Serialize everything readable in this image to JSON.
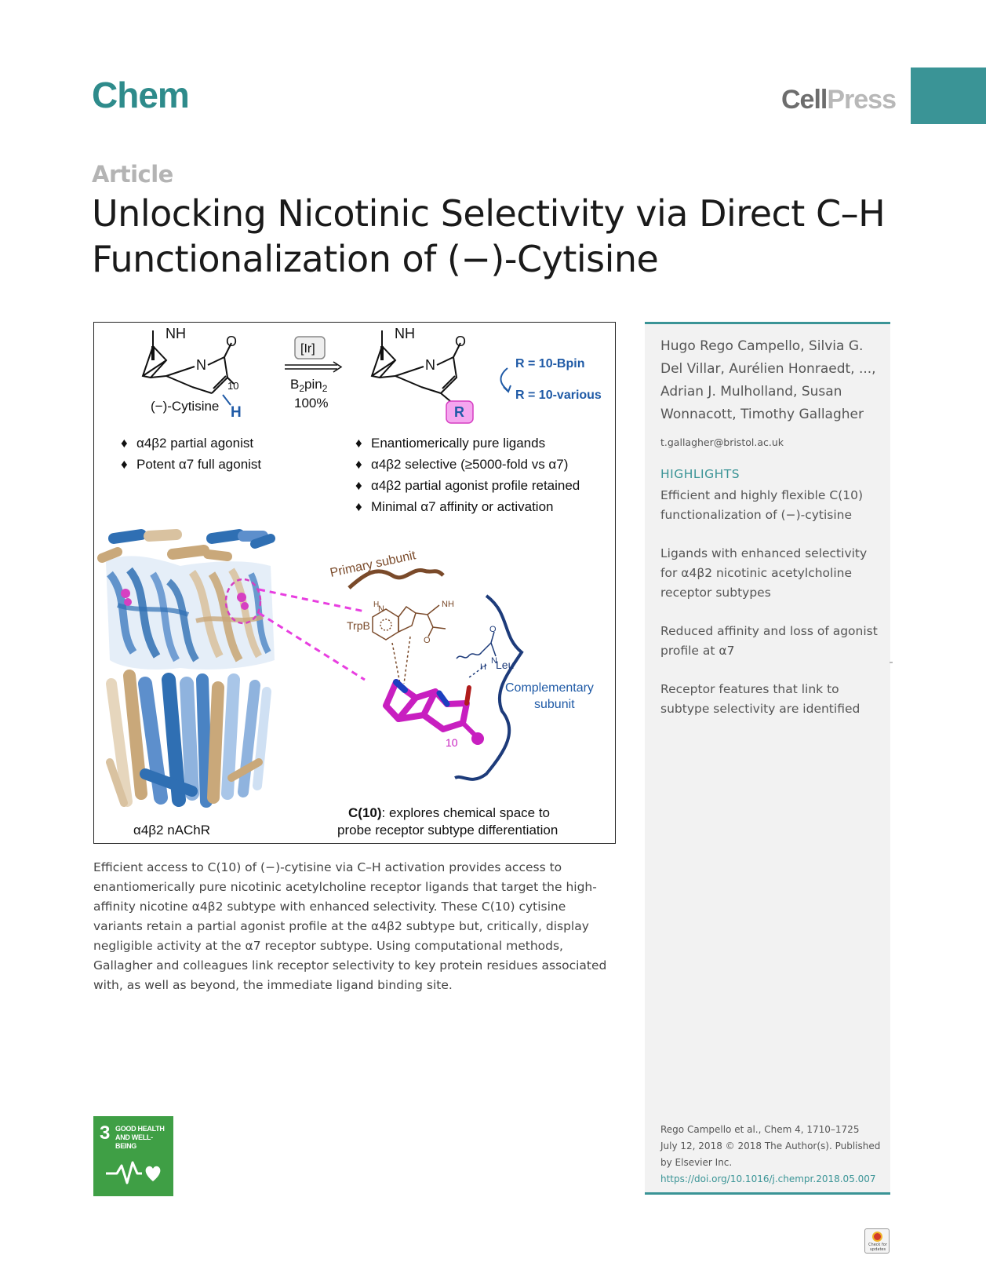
{
  "header": {
    "journal": "Chem",
    "publisher_cell": "Cell",
    "publisher_press": "Press"
  },
  "article": {
    "type": "Article",
    "title_line1": "Unlocking Nicotinic Selectivity via Direct C–H",
    "title_line2": "Functionalization of (−)-Cytisine"
  },
  "graphical_abstract": {
    "scheme": {
      "start_nh": "NH",
      "start_n": "N",
      "start_o": "O",
      "start_pos": "10",
      "start_h": "H",
      "start_name": "(−)-Cytisine",
      "catalyst": "[Ir]",
      "reagent": "B2pin2",
      "yield": "100%",
      "product_nh": "NH",
      "product_n": "N",
      "product_o": "O",
      "product_r": "R",
      "r_bpin": "R = 10-Bpin",
      "r_various": "R = 10-various"
    },
    "left_bullets": [
      "α4β2 partial agonist",
      "Potent α7 full agonist"
    ],
    "right_bullets": [
      "Enantiomerically pure ligands",
      "α4β2 selective (≥5000-fold vs α7)",
      "α4β2 partial agonist profile retained",
      "Minimal α7 affinity or activation"
    ],
    "labels": {
      "primary_subunit": "Primary subunit",
      "trpb": "TrpB",
      "h": "H",
      "n": "N",
      "nh": "NH",
      "o": "O",
      "leu": "Leu",
      "h_leu": "H",
      "n_leu": "N",
      "o_leu": "O",
      "complementary_1": "Complementary",
      "complementary_2": "subunit",
      "ten": "10",
      "receptor": "α4β2 nAChR",
      "c10_bold": "C(10)",
      "c10_rest": ": explores chemical space to",
      "c10_line2": "probe receptor subtype differentiation"
    },
    "colors": {
      "blue": "#1f5aa6",
      "magenta": "#d63fc2",
      "brown": "#7a4a2a",
      "navy": "#1d3b7a"
    }
  },
  "summary": "Efficient access to C(10) of (−)-cytisine via C–H activation provides access to enantiomerically pure nicotinic acetylcholine receptor ligands that target the high-affinity nicotine α4β2 subtype with enhanced selectivity. These C(10) cytisine variants retain a partial agonist profile at the α4β2 subtype but, critically, display negligible activity at the α7 receptor subtype. Using computational methods, Gallagher and colleagues link receptor selectivity to key protein residues associated with, as well as beyond, the immediate ligand binding site.",
  "sidebar": {
    "authors": "Hugo Rego Campello, Silvia G. Del Villar, Aurélien Honraedt, ..., Adrian J. Mulholland, Susan Wonnacott, Timothy Gallagher",
    "email": "t.gallagher@bristol.ac.uk",
    "highlights_heading": "HIGHLIGHTS",
    "highlights": [
      "Efficient and highly flexible C(10) functionalization of (−)-cytisine",
      "Ligands with enhanced selectivity for α4β2 nicotinic acetylcholine receptor subtypes",
      "Reduced affinity and loss of agonist profile at α7",
      "Receptor features that link to subtype selectivity are identified"
    ],
    "citation_line1": "Rego Campello et al., Chem 4, 1710–1725",
    "citation_line2": "July 12, 2018 © 2018 The Author(s). Published by Elsevier Inc.",
    "doi": "https://doi.org/10.1016/j.chempr.2018.05.007"
  },
  "sdg": {
    "number": "3",
    "text": "GOOD HEALTH AND WELL-BEING",
    "icon": "heartbeat-heart-icon"
  },
  "badge": {
    "text": "Check for updates",
    "icon": "crossmark-icon"
  }
}
